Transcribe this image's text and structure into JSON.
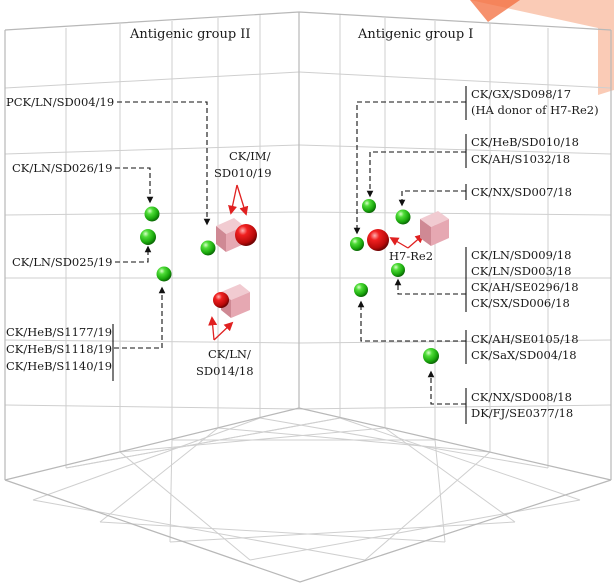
{
  "headings": {
    "group2": "Antigenic group II",
    "group1": "Antigenic group I"
  },
  "labels": {
    "l_pck_sd004": "PCK/LN/SD004/19",
    "l_ck_sd026": "CK/LN/SD026/19",
    "l_ck_sd025": "CK/LN/SD025/19",
    "l_ck_s1177": "CK/HeB/S1177/19",
    "l_ck_s1118": "CK/HeB/S1118/19",
    "l_ck_s1140": "CK/HeB/S1140/19",
    "l_ck_im_1": "CK/IM/",
    "l_ck_im_2": "SD010/19",
    "l_ck_ln_1": "CK/LN/",
    "l_ck_ln_2": "SD014/18",
    "l_gx_1": "CK/GX/SD098/17",
    "l_gx_2": "(HA donor of H7-Re2)",
    "l_heb_sd010": "CK/HeB/SD010/18",
    "l_ah_s1032": "CK/AH/S1032/18",
    "l_nx_sd007": "CK/NX/SD007/18",
    "l_h7re2": "H7-Re2",
    "l_ln_sd009": "CK/LN/SD009/18",
    "l_ln_sd003": "CK/LN/SD003/18",
    "l_ah_se0296": "CK/AH/SE0296/18",
    "l_sx_sd006": "CK/SX/SD006/18",
    "l_ah_se0105": "CK/AH/SE0105/18",
    "l_sax_sd004": "CK/SaX/SD004/18",
    "l_nx_sd008": "CK/NX/SD008/18",
    "l_dk_se0377": "DK/FJ/SE0377/18"
  },
  "colors": {
    "virus_sphere": "#22b814",
    "antiserum_sphere": "#d41010",
    "antiserum_cube": "#e6a8b2",
    "arrow_red": "#e02020"
  }
}
